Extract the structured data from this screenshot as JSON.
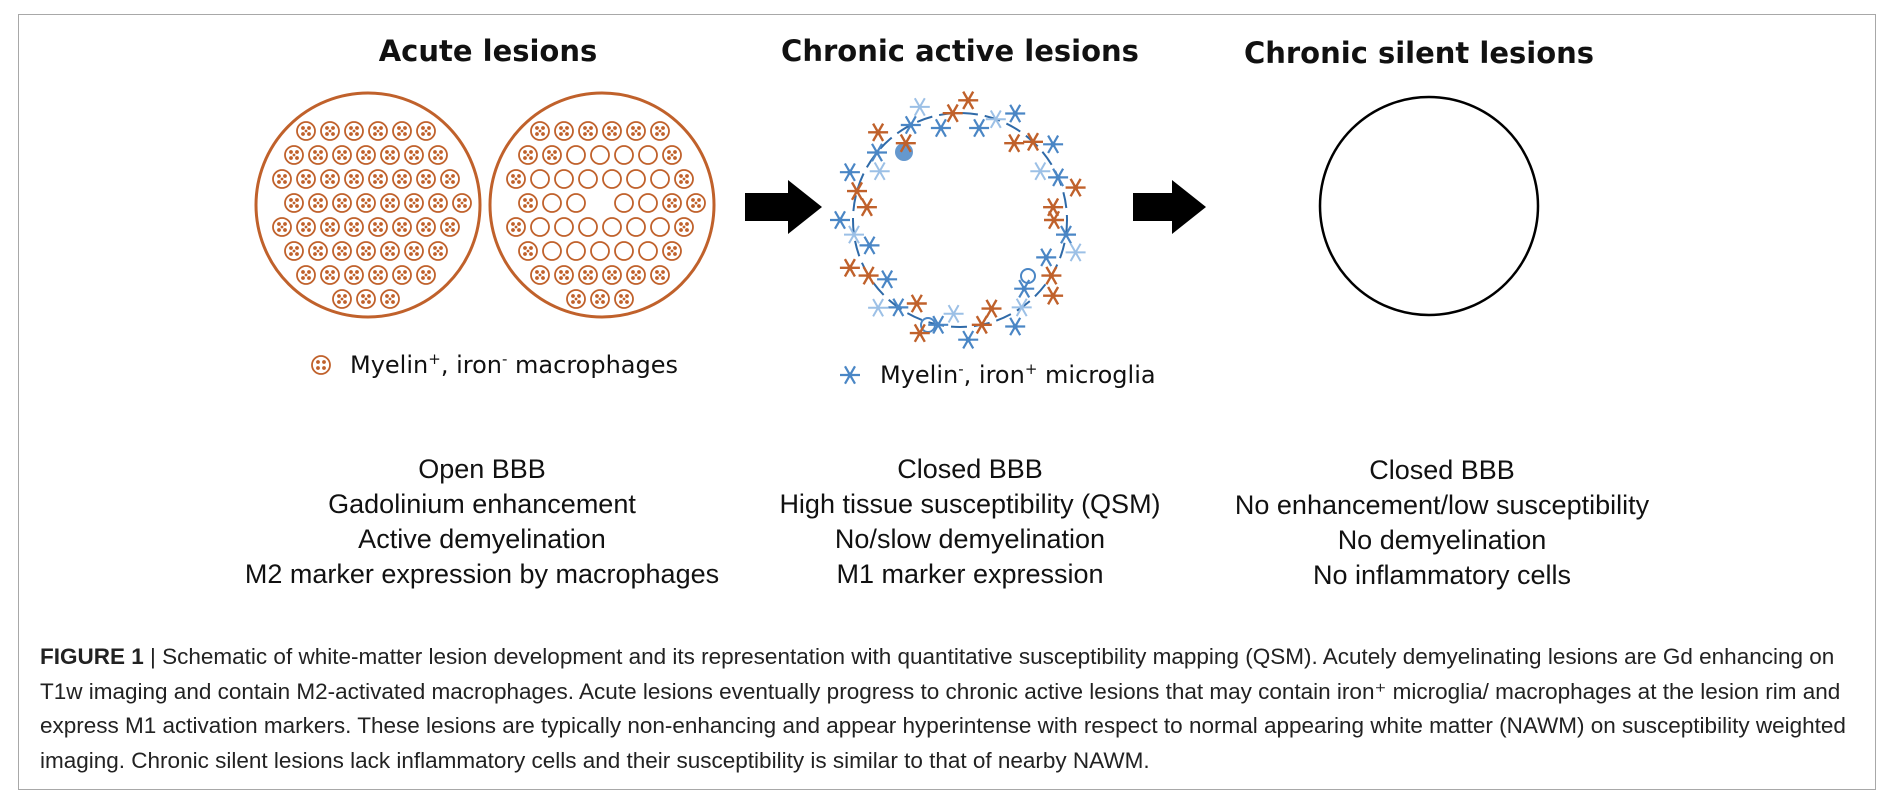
{
  "panels": [
    {
      "title": "Acute lesions",
      "legend": {
        "prefix": "Myelin",
        "sup1": "+",
        "mid": ", iron",
        "sup2": "-",
        "suffix": " macrophages",
        "icon": "macrophage-icon"
      },
      "properties": [
        "Open BBB",
        "Gadolinium enhancement",
        "Active demyelination",
        "M2 marker expression by macrophages"
      ]
    },
    {
      "title": "Chronic active lesions",
      "legend": {
        "prefix": "Myelin",
        "sup1": "-",
        "mid": ", iron",
        "sup2": "+",
        "suffix": " microglia",
        "icon": "microglia-icon"
      },
      "properties": [
        "Closed BBB",
        "High tissue susceptibility (QSM)",
        "No/slow demyelination",
        "M1 marker expression"
      ]
    },
    {
      "title": "Chronic silent lesions",
      "properties": [
        "Closed BBB",
        "No enhancement/low susceptibility",
        "No demyelination",
        "No inflammatory cells"
      ]
    }
  ],
  "caption": {
    "label": "FIGURE 1",
    "separator": " | ",
    "text": "Schematic of white-matter lesion development and its representation with quantitative susceptibility mapping (QSM). Acutely demyelinating lesions are Gd enhancing on T1w imaging and contain M2-activated macrophages. Acute lesions eventually progress to chronic active lesions that may contain iron⁺ microglia/ macrophages at the lesion rim and express M1 activation markers. These lesions are typically non-enhancing and appear hyperintense with respect to normal appearing white matter (NAWM) on susceptibility weighted imaging. Chronic silent lesions lack inflammatory cells and their susceptibility is similar to that of nearby NAWM."
  },
  "colors": {
    "orange": "#c0612b",
    "blue": "#4a86c5",
    "arrow": "#000000",
    "frame": "#a8a8a8"
  }
}
